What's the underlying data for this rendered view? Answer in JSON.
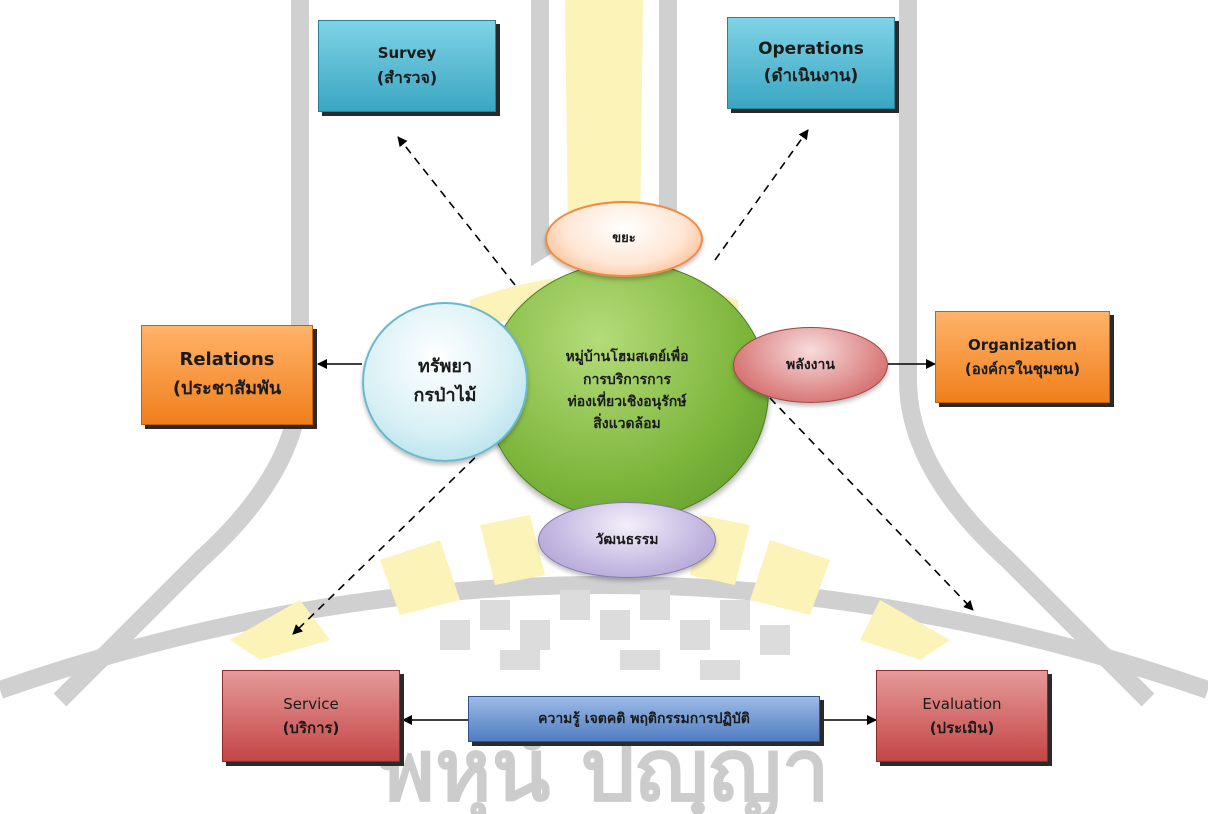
{
  "watermark": {
    "text": "พหุนํ ปญฺญา"
  },
  "center": {
    "lines": [
      "หมู่บ้านโฮมสเตย์เพื่อ",
      "การบริการการ",
      "ท่องเที่ยวเชิงอนุรักษ์",
      "สิ่งแวดล้อม"
    ]
  },
  "satellites": {
    "waste": "ขยะ",
    "forest": [
      "ทรัพยา",
      "กรป่าไม้"
    ],
    "energy": "พลังงาน",
    "culture": "วัฒนธรรม"
  },
  "boxes": {
    "survey": {
      "en": "Survey",
      "th": "(สำรวจ)"
    },
    "operations": {
      "en": "Operations",
      "th": "(ดำเนินงาน)"
    },
    "relations": {
      "en": "Relations",
      "th": "(ประชาสัมพัน"
    },
    "organization": {
      "en": "Organization",
      "th": "(องค์กรในชุมชน)"
    },
    "service": {
      "en": "Service",
      "th": "(บริการ)"
    },
    "evaluation": {
      "en": "Evaluation",
      "th": "(ประเมิน)"
    },
    "knowledge": "ความรู้  เจตคติ  พฤติกรรมการปฏิบัติ"
  },
  "colors": {
    "teal": "#3aa6c2",
    "orange": "#f07f1c",
    "red": "#c54545",
    "blue": "#4f7cc2",
    "green": "#7cb53a",
    "peach": "#f7a870",
    "cyan": "#9fd8e6",
    "pink": "#d97a7a",
    "lavender": "#a899cc"
  }
}
